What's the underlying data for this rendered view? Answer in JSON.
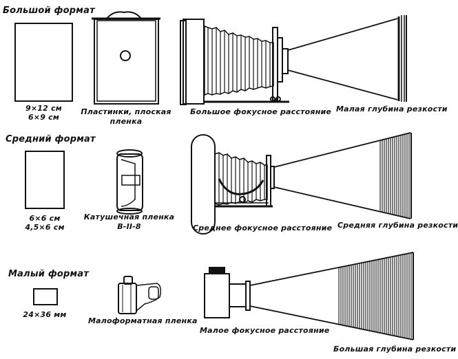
{
  "sections": [
    {
      "title": "Большой формат",
      "frame_sizes": [
        "9×12 см",
        "6×9 см"
      ],
      "film_label": [
        "Пластинки, плоская",
        "пленка"
      ],
      "focal_label": "Большое фокусное расстояние",
      "dof_label": "Малая глубина резкости",
      "dof_level": "small"
    },
    {
      "title": "Средний формат",
      "frame_sizes": [
        "6×6 см",
        "4,5×6 см"
      ],
      "film_label": [
        "Катушечная пленка",
        "В-II-8"
      ],
      "focal_label": "Среднее фокусное расстояние",
      "dof_label": "Средняя глубина резкости",
      "dof_level": "medium"
    },
    {
      "title": "Малый формат",
      "frame_sizes": [
        "24×36 мм"
      ],
      "film_label": [
        "Малоформатная пленка"
      ],
      "focal_label": "Малое фокусное расстояние",
      "dof_label": "Большая глубина резкости",
      "dof_level": "large"
    }
  ]
}
